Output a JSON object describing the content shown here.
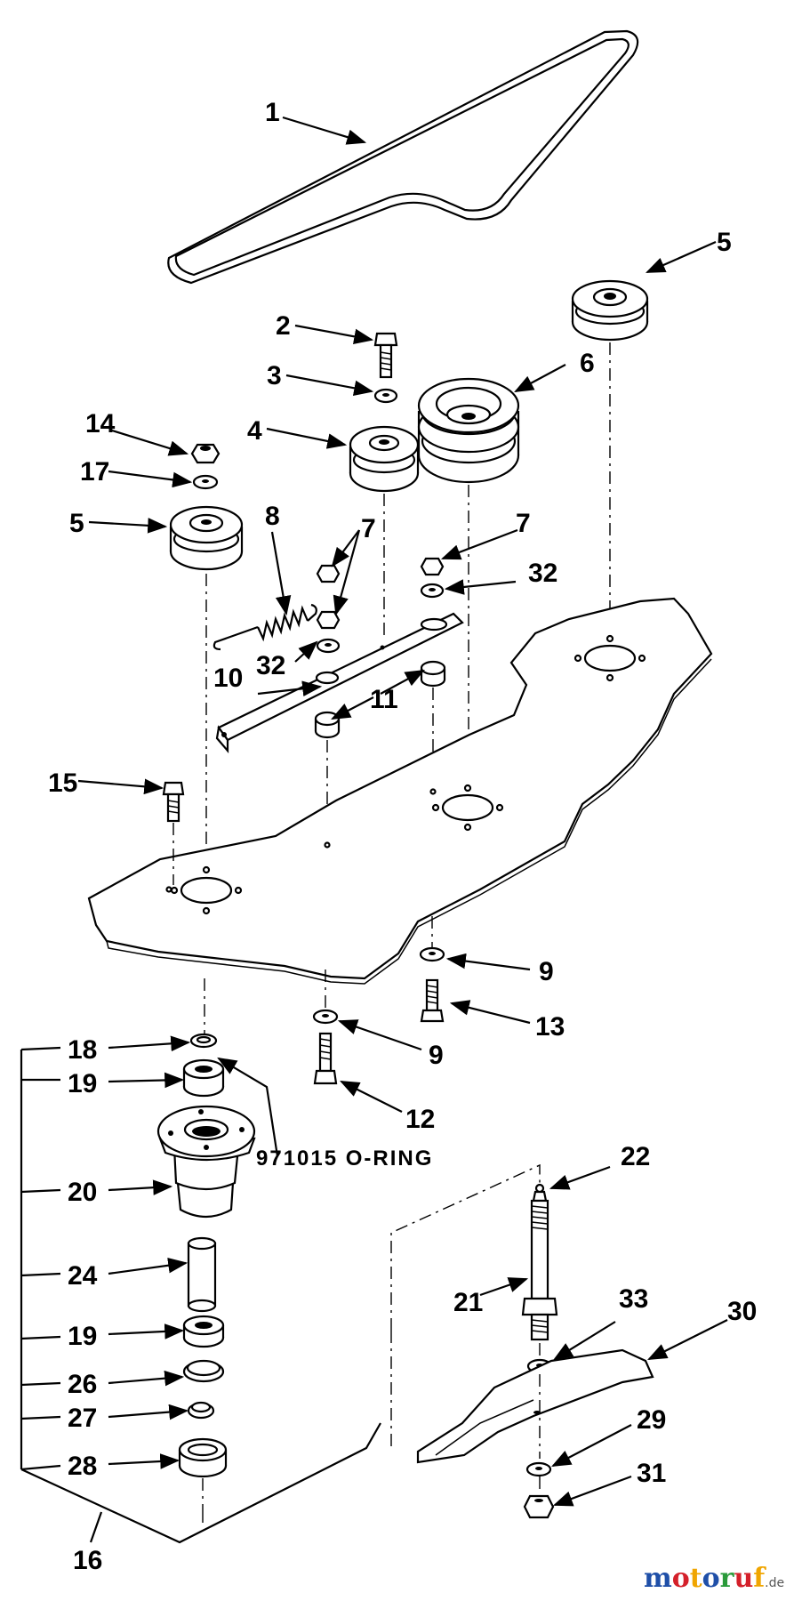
{
  "callouts": [
    {
      "id": "c1",
      "text": "1"
    },
    {
      "id": "c2",
      "text": "2"
    },
    {
      "id": "c3",
      "text": "3"
    },
    {
      "id": "c4",
      "text": "4"
    },
    {
      "id": "c5a",
      "text": "5"
    },
    {
      "id": "c5b",
      "text": "5"
    },
    {
      "id": "c6",
      "text": "6"
    },
    {
      "id": "c7a",
      "text": "7"
    },
    {
      "id": "c7b",
      "text": "7"
    },
    {
      "id": "c8",
      "text": "8"
    },
    {
      "id": "c9a",
      "text": "9"
    },
    {
      "id": "c9b",
      "text": "9"
    },
    {
      "id": "c10",
      "text": "10"
    },
    {
      "id": "c11",
      "text": "11"
    },
    {
      "id": "c12",
      "text": "12"
    },
    {
      "id": "c13",
      "text": "13"
    },
    {
      "id": "c14",
      "text": "14"
    },
    {
      "id": "c15",
      "text": "15"
    },
    {
      "id": "c16",
      "text": "16"
    },
    {
      "id": "c17",
      "text": "17"
    },
    {
      "id": "c18",
      "text": "18"
    },
    {
      "id": "c19a",
      "text": "19"
    },
    {
      "id": "c19b",
      "text": "19"
    },
    {
      "id": "c20",
      "text": "20"
    },
    {
      "id": "c21",
      "text": "21"
    },
    {
      "id": "c22",
      "text": "22"
    },
    {
      "id": "c24",
      "text": "24"
    },
    {
      "id": "c26",
      "text": "26"
    },
    {
      "id": "c27",
      "text": "27"
    },
    {
      "id": "c28",
      "text": "28"
    },
    {
      "id": "c29",
      "text": "29"
    },
    {
      "id": "c30",
      "text": "30"
    },
    {
      "id": "c31",
      "text": "31"
    },
    {
      "id": "c32a",
      "text": "32"
    },
    {
      "id": "c32b",
      "text": "32"
    },
    {
      "id": "c33",
      "text": "33"
    }
  ],
  "note": "971015 O-RING",
  "watermark": {
    "letters": [
      {
        "ch": "m",
        "color": "#1f4fa8"
      },
      {
        "ch": "o",
        "color": "#d4202a"
      },
      {
        "ch": "t",
        "color": "#f0a500"
      },
      {
        "ch": "o",
        "color": "#1f4fa8"
      },
      {
        "ch": "r",
        "color": "#2a9a3a"
      },
      {
        "ch": "u",
        "color": "#d4202a"
      },
      {
        "ch": "f",
        "color": "#f0a500"
      }
    ],
    "suffix": ".de"
  }
}
